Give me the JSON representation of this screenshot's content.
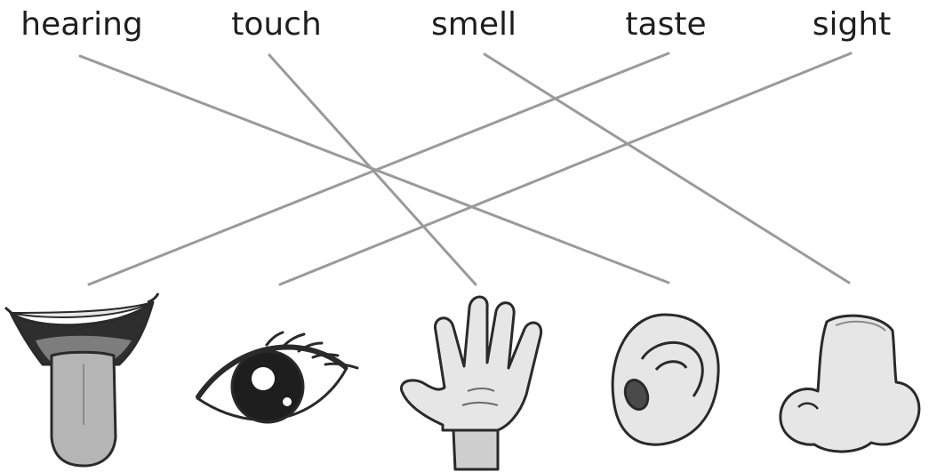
{
  "senses": [
    {
      "label": "hearing"
    },
    {
      "label": "touch"
    },
    {
      "label": "smell"
    },
    {
      "label": "taste"
    },
    {
      "label": "sight"
    }
  ],
  "pictures": [
    {
      "icon": "mouth-tongue-icon"
    },
    {
      "icon": "eye-icon"
    },
    {
      "icon": "hand-icon"
    },
    {
      "icon": "ear-icon"
    },
    {
      "icon": "nose-icon"
    }
  ],
  "matches": [
    {
      "sense": "hearing",
      "picture": "ear"
    },
    {
      "sense": "touch",
      "picture": "hand"
    },
    {
      "sense": "smell",
      "picture": "nose"
    },
    {
      "sense": "taste",
      "picture": "mouth-tongue"
    },
    {
      "sense": "sight",
      "picture": "eye"
    }
  ],
  "colors": {
    "line": "#9a9a9a",
    "outline": "#2a2a2a",
    "fill_light": "#e6e6e6",
    "fill_mid": "#bdbdbd",
    "text": "#1e1e1e"
  }
}
